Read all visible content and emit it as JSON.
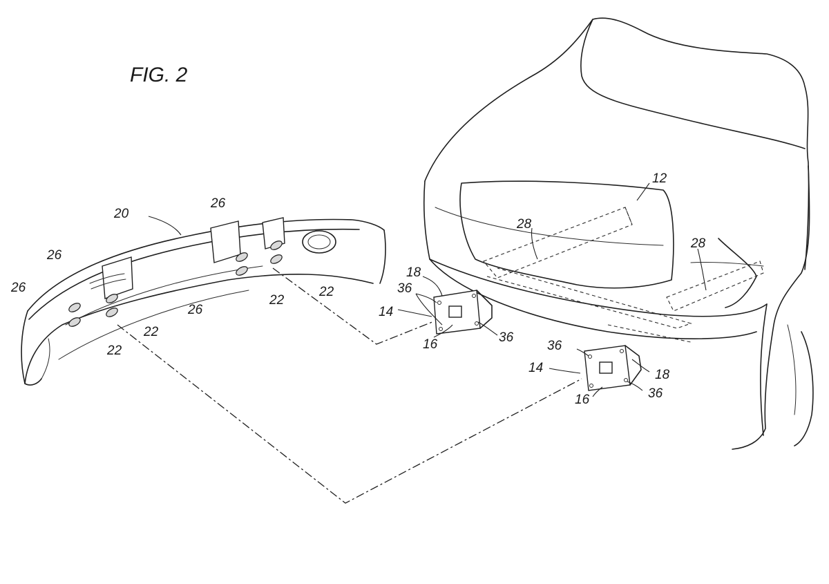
{
  "figure": {
    "title": "FIG. 2",
    "reference_numerals": {
      "vehicle": "12",
      "hitch_assembly_left": "14",
      "hitch_assembly_right": "14",
      "plate_left": "16",
      "plate_right": "16",
      "receiver_left": "18",
      "receiver_right": "18",
      "bumper": "20",
      "fastener_a": "22",
      "fastener_b": "22",
      "fastener_c": "22",
      "fastener_d": "22",
      "bracket_a": "26",
      "bracket_b": "26",
      "bracket_c": "26",
      "bracket_d": "26",
      "frame_rail_left": "28",
      "frame_rail_right": "28",
      "hole_left_a": "36",
      "hole_left_b": "36",
      "hole_right_a": "36",
      "hole_right_b": "36"
    }
  }
}
